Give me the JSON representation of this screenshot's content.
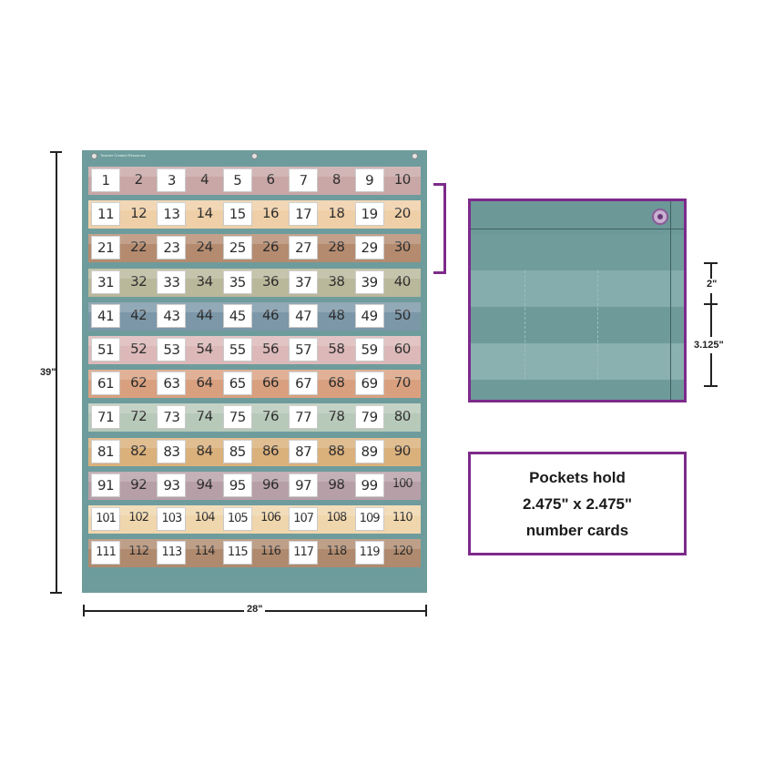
{
  "dimensions": {
    "height_label": "39\"",
    "width_label": "28\"",
    "pocket_label": "2\"",
    "spacing_label": "3.125\""
  },
  "chart": {
    "brand_text": "Teacher Created Resources",
    "rows": [
      {
        "band": "#c9a7a6",
        "cells": [
          {
            "n": "1",
            "white": true
          },
          {
            "n": "2",
            "white": false
          },
          {
            "n": "3",
            "white": true
          },
          {
            "n": "4",
            "white": false
          },
          {
            "n": "5",
            "white": true
          },
          {
            "n": "6",
            "white": false
          },
          {
            "n": "7",
            "white": true
          },
          {
            "n": "8",
            "white": false
          },
          {
            "n": "9",
            "white": true
          },
          {
            "n": "10",
            "white": false
          }
        ]
      },
      {
        "band": "#efcfa7",
        "cells": [
          {
            "n": "11",
            "white": true
          },
          {
            "n": "12",
            "white": false
          },
          {
            "n": "13",
            "white": true
          },
          {
            "n": "14",
            "white": false
          },
          {
            "n": "15",
            "white": true
          },
          {
            "n": "16",
            "white": false
          },
          {
            "n": "17",
            "white": true
          },
          {
            "n": "18",
            "white": false
          },
          {
            "n": "19",
            "white": true
          },
          {
            "n": "20",
            "white": false
          }
        ]
      },
      {
        "band": "#b58b6f",
        "cells": [
          {
            "n": "21",
            "white": true
          },
          {
            "n": "22",
            "white": false
          },
          {
            "n": "23",
            "white": true
          },
          {
            "n": "24",
            "white": false
          },
          {
            "n": "25",
            "white": true
          },
          {
            "n": "26",
            "white": false
          },
          {
            "n": "27",
            "white": true
          },
          {
            "n": "28",
            "white": false
          },
          {
            "n": "29",
            "white": true
          },
          {
            "n": "30",
            "white": false
          }
        ]
      },
      {
        "band": "#b9b89a",
        "cells": [
          {
            "n": "31",
            "white": true
          },
          {
            "n": "32",
            "white": false
          },
          {
            "n": "33",
            "white": true
          },
          {
            "n": "34",
            "white": false
          },
          {
            "n": "35",
            "white": true
          },
          {
            "n": "36",
            "white": false
          },
          {
            "n": "37",
            "white": true
          },
          {
            "n": "38",
            "white": false
          },
          {
            "n": "39",
            "white": true
          },
          {
            "n": "40",
            "white": false
          }
        ]
      },
      {
        "band": "#7b97a8",
        "cells": [
          {
            "n": "41",
            "white": true
          },
          {
            "n": "42",
            "white": false
          },
          {
            "n": "43",
            "white": true
          },
          {
            "n": "44",
            "white": false
          },
          {
            "n": "45",
            "white": true
          },
          {
            "n": "46",
            "white": false
          },
          {
            "n": "47",
            "white": true
          },
          {
            "n": "48",
            "white": false
          },
          {
            "n": "49",
            "white": true
          },
          {
            "n": "50",
            "white": false
          }
        ]
      },
      {
        "band": "#dcb8b8",
        "cells": [
          {
            "n": "51",
            "white": true
          },
          {
            "n": "52",
            "white": false
          },
          {
            "n": "53",
            "white": true
          },
          {
            "n": "54",
            "white": false
          },
          {
            "n": "55",
            "white": true
          },
          {
            "n": "56",
            "white": false
          },
          {
            "n": "57",
            "white": true
          },
          {
            "n": "58",
            "white": false
          },
          {
            "n": "59",
            "white": true
          },
          {
            "n": "60",
            "white": false
          }
        ]
      },
      {
        "band": "#d9a07f",
        "cells": [
          {
            "n": "61",
            "white": true
          },
          {
            "n": "62",
            "white": false
          },
          {
            "n": "63",
            "white": true
          },
          {
            "n": "64",
            "white": false
          },
          {
            "n": "65",
            "white": true
          },
          {
            "n": "66",
            "white": false
          },
          {
            "n": "67",
            "white": true
          },
          {
            "n": "68",
            "white": false
          },
          {
            "n": "69",
            "white": true
          },
          {
            "n": "70",
            "white": false
          }
        ]
      },
      {
        "band": "#b7c9b9",
        "cells": [
          {
            "n": "71",
            "white": true
          },
          {
            "n": "72",
            "white": false
          },
          {
            "n": "73",
            "white": true
          },
          {
            "n": "74",
            "white": false
          },
          {
            "n": "75",
            "white": true
          },
          {
            "n": "76",
            "white": false
          },
          {
            "n": "77",
            "white": true
          },
          {
            "n": "78",
            "white": false
          },
          {
            "n": "79",
            "white": true
          },
          {
            "n": "80",
            "white": false
          }
        ]
      },
      {
        "band": "#dab07b",
        "cells": [
          {
            "n": "81",
            "white": true
          },
          {
            "n": "82",
            "white": false
          },
          {
            "n": "83",
            "white": true
          },
          {
            "n": "84",
            "white": false
          },
          {
            "n": "85",
            "white": true
          },
          {
            "n": "86",
            "white": false
          },
          {
            "n": "87",
            "white": true
          },
          {
            "n": "88",
            "white": false
          },
          {
            "n": "89",
            "white": true
          },
          {
            "n": "90",
            "white": false
          }
        ]
      },
      {
        "band": "#b79fa8",
        "cells": [
          {
            "n": "91",
            "white": true
          },
          {
            "n": "92",
            "white": false
          },
          {
            "n": "93",
            "white": true
          },
          {
            "n": "94",
            "white": false
          },
          {
            "n": "95",
            "white": true
          },
          {
            "n": "96",
            "white": false
          },
          {
            "n": "97",
            "white": true
          },
          {
            "n": "98",
            "white": false
          },
          {
            "n": "99",
            "white": true
          },
          {
            "n": "100",
            "white": false
          }
        ]
      },
      {
        "band": "#f0d6ac",
        "cells": [
          {
            "n": "101",
            "white": true
          },
          {
            "n": "102",
            "white": false
          },
          {
            "n": "103",
            "white": true
          },
          {
            "n": "104",
            "white": false
          },
          {
            "n": "105",
            "white": true
          },
          {
            "n": "106",
            "white": false
          },
          {
            "n": "107",
            "white": true
          },
          {
            "n": "108",
            "white": false
          },
          {
            "n": "109",
            "white": true
          },
          {
            "n": "110",
            "white": false
          }
        ]
      },
      {
        "band": "#b08a6e",
        "cells": [
          {
            "n": "111",
            "white": true
          },
          {
            "n": "112",
            "white": false
          },
          {
            "n": "113",
            "white": true
          },
          {
            "n": "114",
            "white": false
          },
          {
            "n": "115",
            "white": true
          },
          {
            "n": "116",
            "white": false
          },
          {
            "n": "117",
            "white": true
          },
          {
            "n": "118",
            "white": false
          },
          {
            "n": "119",
            "white": true
          },
          {
            "n": "120",
            "white": false
          }
        ]
      }
    ]
  },
  "info": {
    "line1": "Pockets hold",
    "line2": "2.475\" x 2.475\"",
    "line3": "number cards"
  },
  "colors": {
    "frame": "#7d2a8a",
    "fabric": "#6e9c9c"
  }
}
